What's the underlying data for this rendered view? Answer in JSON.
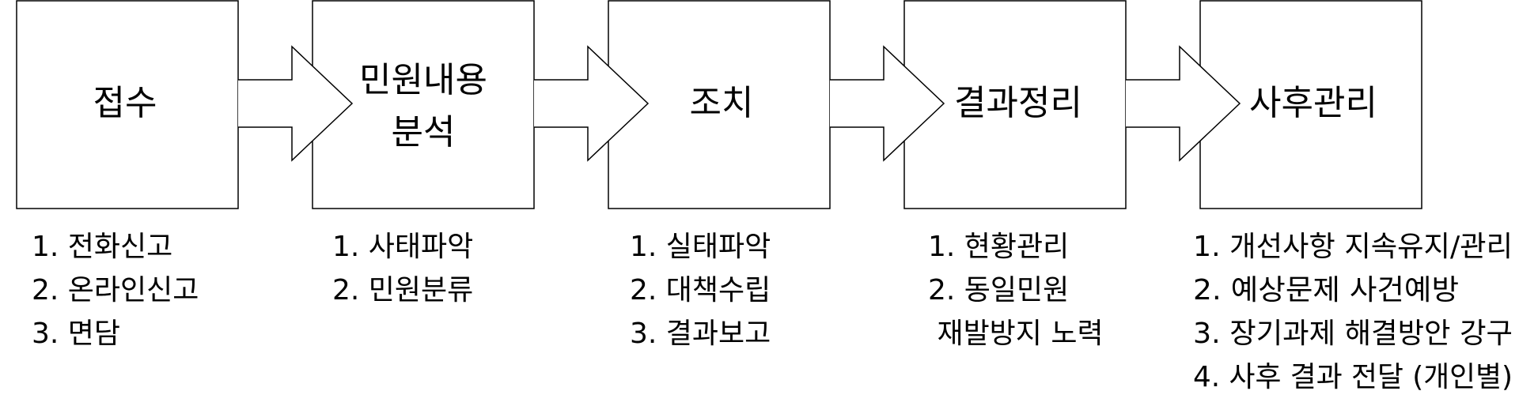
{
  "colors": {
    "stroke": "#000000",
    "background": "#ffffff",
    "text": "#000000"
  },
  "steps": [
    {
      "title_lines": [
        "접수"
      ],
      "details": [
        "1. 전화신고",
        "2. 온라인신고",
        "3. 면담"
      ]
    },
    {
      "title_lines": [
        "민원내용",
        "분석"
      ],
      "details": [
        "1. 사태파악",
        "2. 민원분류"
      ]
    },
    {
      "title_lines": [
        "조치"
      ],
      "details": [
        "1. 실태파악",
        "2. 대책수립",
        "3. 결과보고"
      ]
    },
    {
      "title_lines": [
        "결과정리"
      ],
      "details": [
        "1. 현황관리",
        "2. 동일민원",
        " 재발방지 노력"
      ]
    },
    {
      "title_lines": [
        "사후관리"
      ],
      "details": [
        "1. 개선사항 지속유지/관리",
        "2. 예상문제 사건예방",
        "3. 장기과제 해결방안 강구",
        "4. 사후 결과 전달 (개인별)"
      ]
    }
  ]
}
